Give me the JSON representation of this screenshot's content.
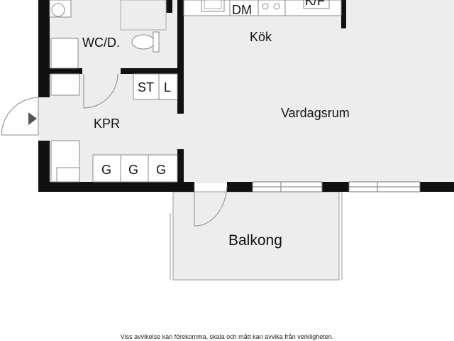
{
  "rooms": {
    "wc": "WC/D.",
    "kitchen": "Kök",
    "living": "Vardagsrum",
    "hall": "KPR",
    "balcony": "Balkong"
  },
  "fixtures": {
    "dishwasher": "DM",
    "fridge_freezer": "K/F",
    "storage": "ST",
    "linen": "L",
    "wardrobe_1": "G",
    "wardrobe_2": "G",
    "wardrobe_3": "G"
  },
  "disclaimer": "Viss avvikelse kan förekomma, skala och mått kan avvika från verkligheten.",
  "colors": {
    "wall": "#111111",
    "floor": "#eeedee",
    "balcony_floor": "#eeedee",
    "background": "#ffffff"
  }
}
